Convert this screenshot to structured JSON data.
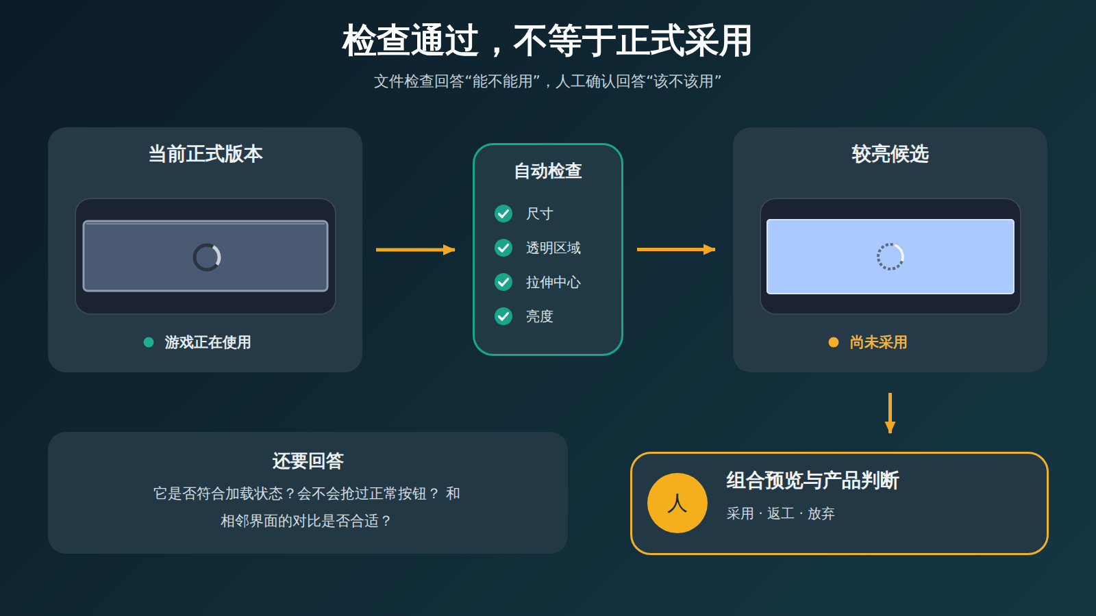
{
  "diagram": {
    "title": "检查通过，不等于正式采用",
    "nodes": [
      {
        "text": [
          "当前正式版本",
          "游戏正在使用"
        ]
      },
      {
        "text": [
          "自动检查",
          "尺寸",
          "透明区域",
          "拉伸中心",
          "亮度"
        ]
      },
      {
        "text": [
          "较亮候选",
          "尚未采用"
        ]
      },
      {
        "text": [
          "还要回答",
          "它是否符合加载状态？会不会抢过正常按钮？ 和相邻界面的对比是否合适？"
        ]
      },
      {
        "text": [
          "组合预览与产品判断",
          "采用 · 返工 · 放弃"
        ]
      },
      {
        "text": [
          "人"
        ],
        "in": 4
      }
    ],
    "edges": [
      {
        "from": 0,
        "to": 1,
        "arrow": "to"
      },
      {
        "from": 1,
        "to": 2,
        "arrow": "to"
      },
      {
        "from": 2,
        "to": 4,
        "arrow": "to"
      }
    ],
    "labels": [
      "文件检查回答“能不能用”，人工确认回答“该不该用”"
    ]
  }
}
